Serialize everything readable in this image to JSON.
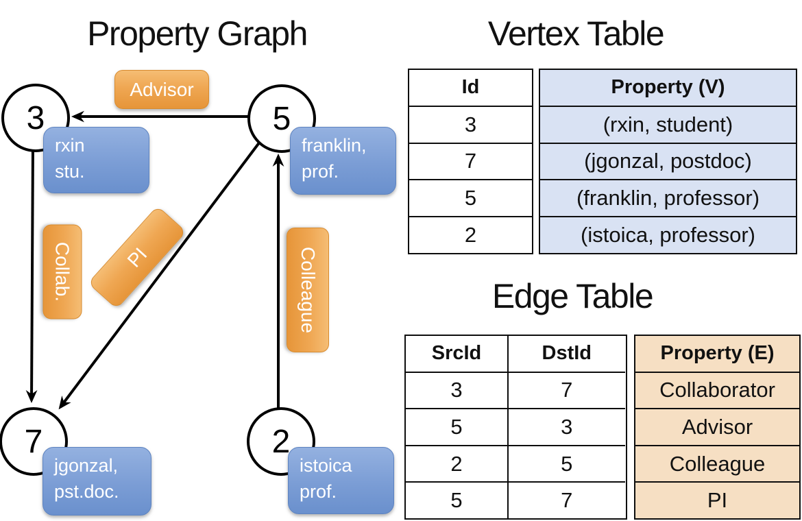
{
  "titles": {
    "graph": "Property Graph",
    "vertex": "Vertex Table",
    "edge": "Edge Table"
  },
  "graph": {
    "nodes": [
      {
        "id": "3",
        "line1": "rxin",
        "line2": "stu."
      },
      {
        "id": "5",
        "line1": "franklin,",
        "line2": "prof."
      },
      {
        "id": "7",
        "line1": "jgonzal,",
        "line2": "pst.doc."
      },
      {
        "id": "2",
        "line1": "istoica",
        "line2": "prof."
      }
    ],
    "edge_labels": {
      "advisor": "Advisor",
      "collab": "Collab.",
      "pi": "PI",
      "colleague": "Colleague"
    }
  },
  "vertex_table": {
    "headers": {
      "id": "Id",
      "property": "Property (V)"
    },
    "rows": [
      {
        "id": "3",
        "property": "(rxin, student)"
      },
      {
        "id": "7",
        "property": "(jgonzal, postdoc)"
      },
      {
        "id": "5",
        "property": "(franklin, professor)"
      },
      {
        "id": "2",
        "property": "(istoica, professor)"
      }
    ]
  },
  "edge_table": {
    "headers": {
      "src": "SrcId",
      "dst": "DstId",
      "property": "Property (E)"
    },
    "rows": [
      {
        "src": "3",
        "dst": "7",
        "property": "Collaborator"
      },
      {
        "src": "5",
        "dst": "3",
        "property": "Advisor"
      },
      {
        "src": "2",
        "dst": "5",
        "property": "Colleague"
      },
      {
        "src": "5",
        "dst": "7",
        "property": "PI"
      }
    ]
  },
  "colors": {
    "edge_label_orange": "#efa753",
    "vertex_box_blue": "#7b9dd5",
    "vertex_property_fill": "#d9e2f3",
    "edge_property_fill": "#f6dfc3",
    "line_black": "#000000"
  }
}
